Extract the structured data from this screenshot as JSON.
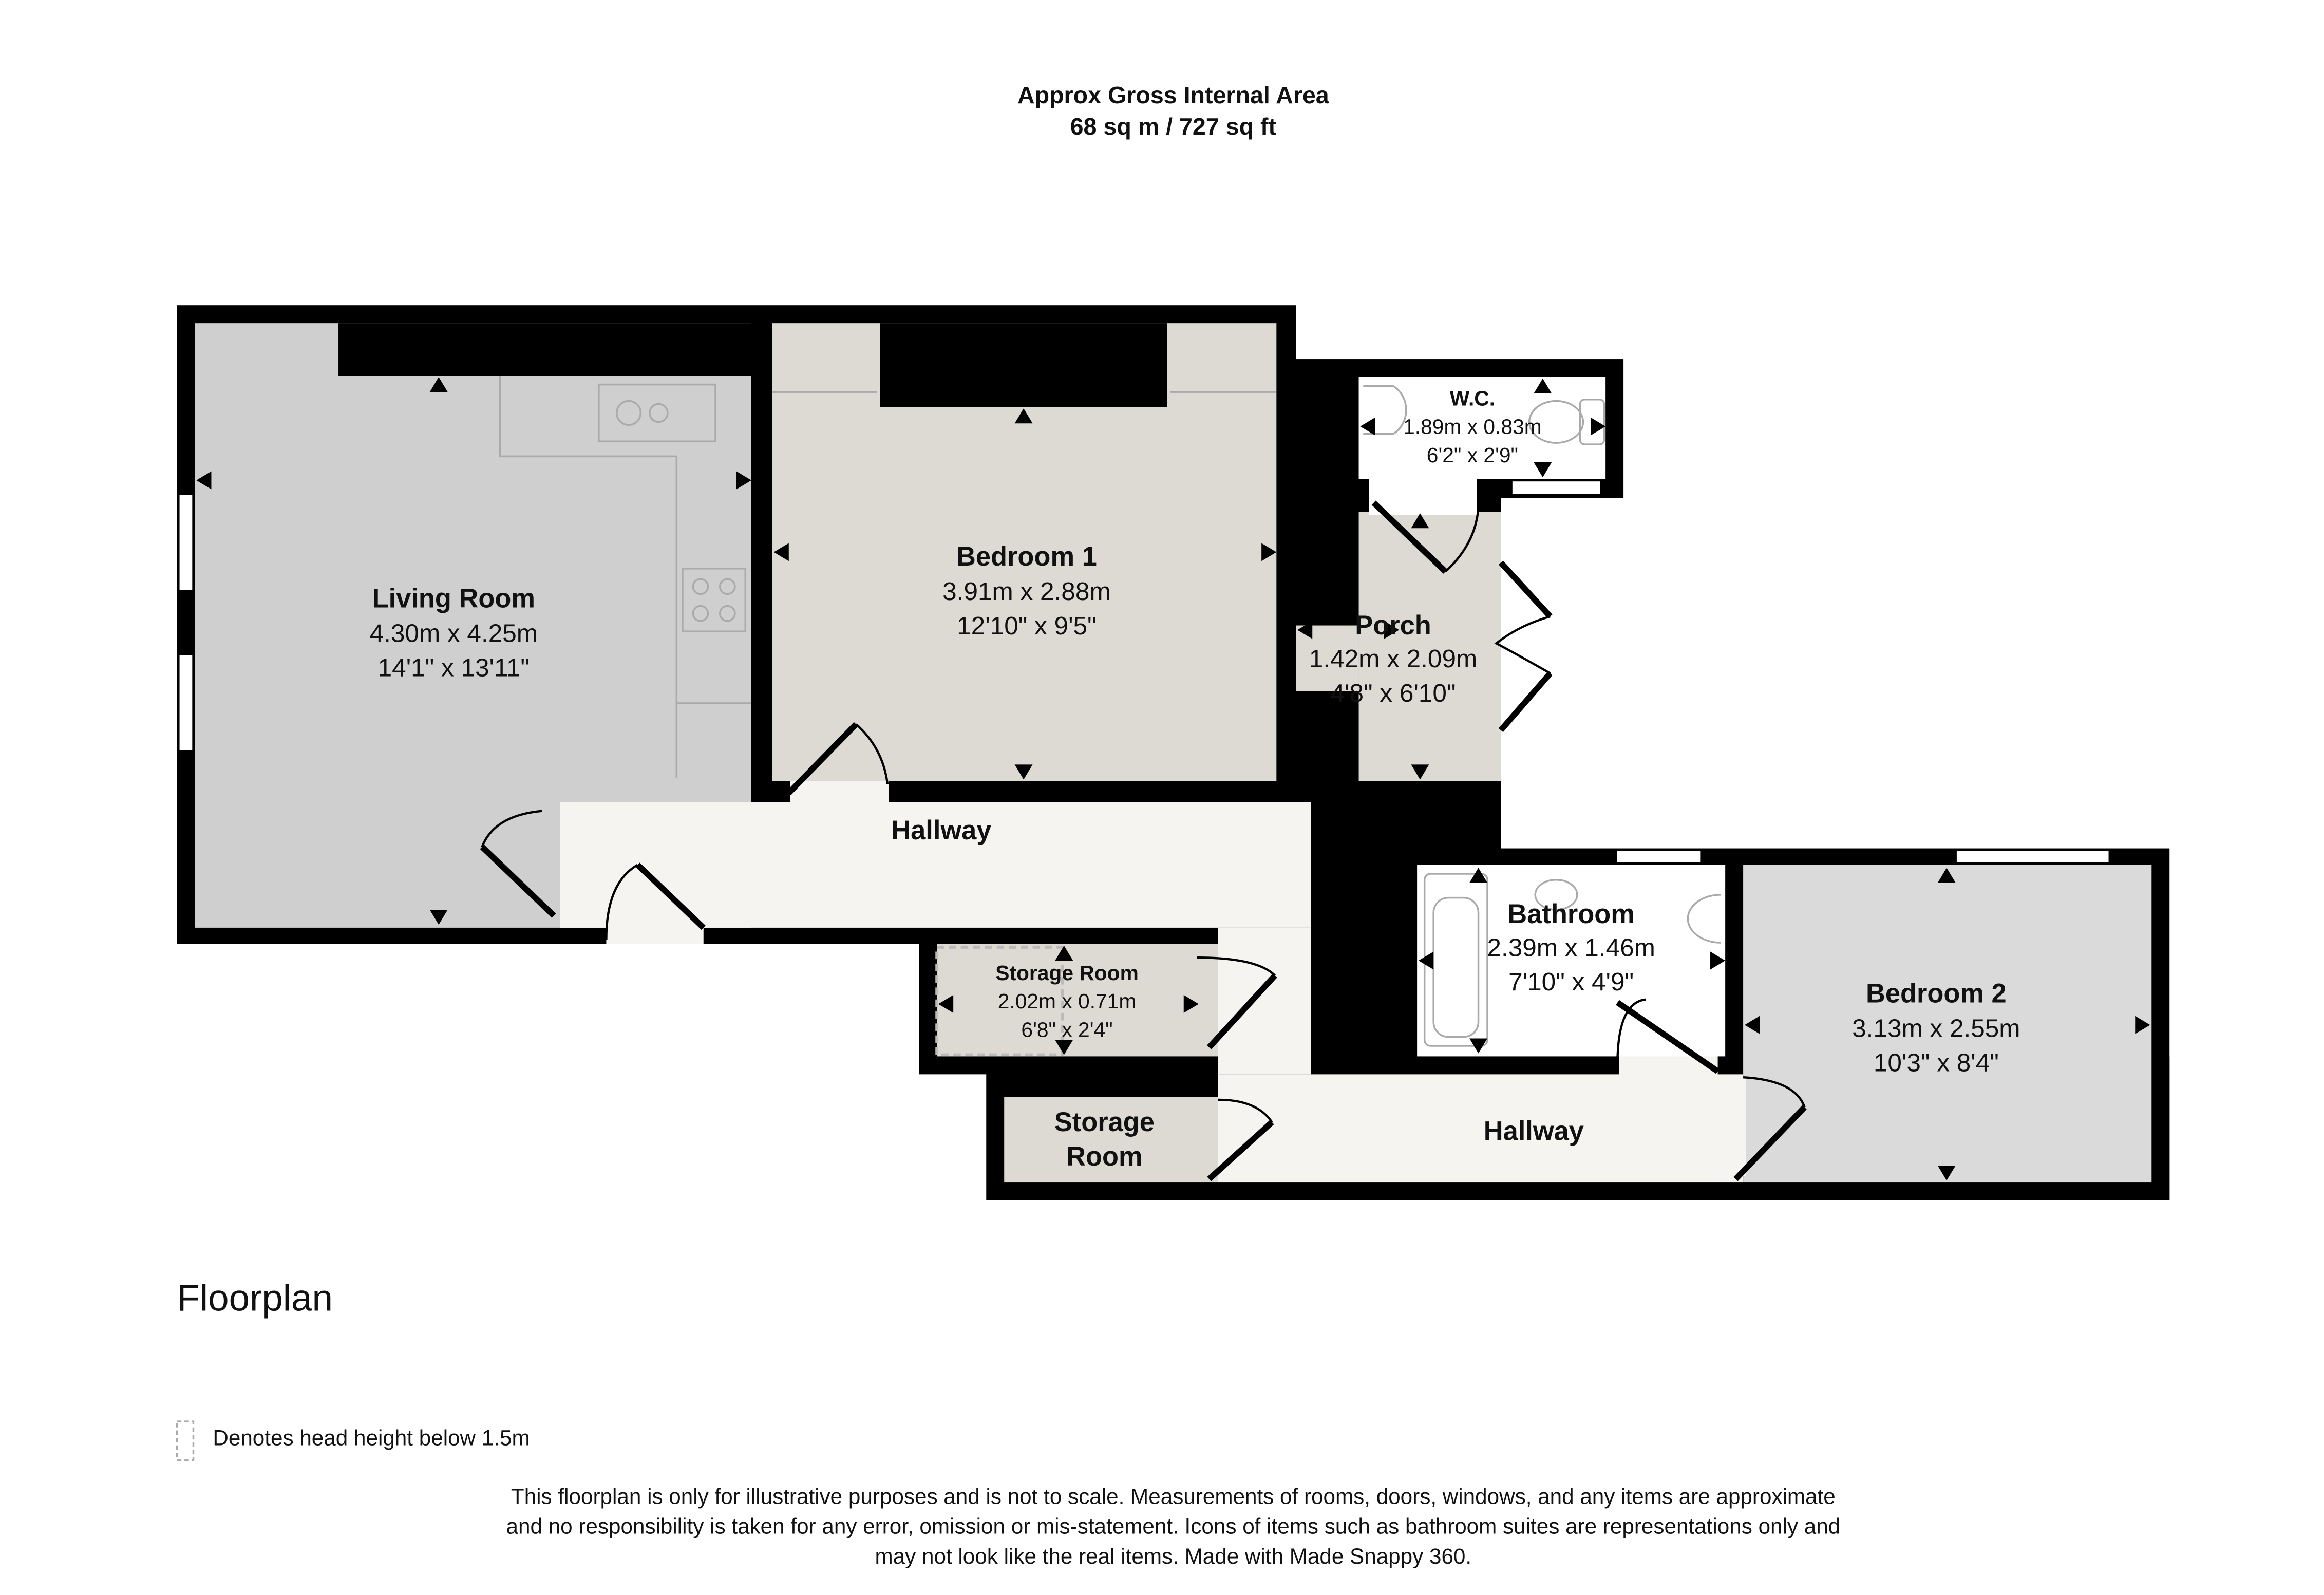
{
  "header": {
    "line1": "Approx Gross Internal Area",
    "line2": "68 sq m / 727 sq ft"
  },
  "rooms": {
    "living": {
      "name": "Living Room",
      "metric": "4.30m x 4.25m",
      "imperial": "14'1\" x 13'11\""
    },
    "bedroom1": {
      "name": "Bedroom 1",
      "metric": "3.91m x 2.88m",
      "imperial": "12'10\" x 9'5\""
    },
    "wc": {
      "name": "W.C.",
      "metric": "1.89m x 0.83m",
      "imperial": "6'2\" x 2'9\""
    },
    "porch": {
      "name": "Porch",
      "metric": "1.42m x 2.09m",
      "imperial": "4'8\" x 6'10\""
    },
    "hallway1": {
      "name": "Hallway"
    },
    "storage1": {
      "name": "Storage Room",
      "metric": "2.02m x 0.71m",
      "imperial": "6'8\" x 2'4\""
    },
    "storage2": {
      "line1": "Storage",
      "line2": "Room"
    },
    "bathroom": {
      "name": "Bathroom",
      "metric": "2.39m x 1.46m",
      "imperial": "7'10\" x 4'9\""
    },
    "bedroom2": {
      "name": "Bedroom 2",
      "metric": "3.13m x 2.55m",
      "imperial": "10'3\" x 8'4\""
    },
    "hallway2": {
      "name": "Hallway"
    }
  },
  "floor_label": "Floorplan",
  "legend": {
    "text": "Denotes head height below 1.5m"
  },
  "disclaimer": [
    "This floorplan is only for illustrative purposes and is not to scale. Measurements of rooms, doors, windows, and any items are approximate",
    "and no responsibility is taken for any error, omission or mis-statement. Icons of items such as bathroom suites are representations only and",
    "may not look like the real items. Made with Made Snappy 360."
  ],
  "colors": {
    "wall": "#000000",
    "living": "#cfcfcf",
    "beige": "#ddd9d3",
    "hall": "#f6f4f0",
    "bedroom2": "#dadada"
  }
}
